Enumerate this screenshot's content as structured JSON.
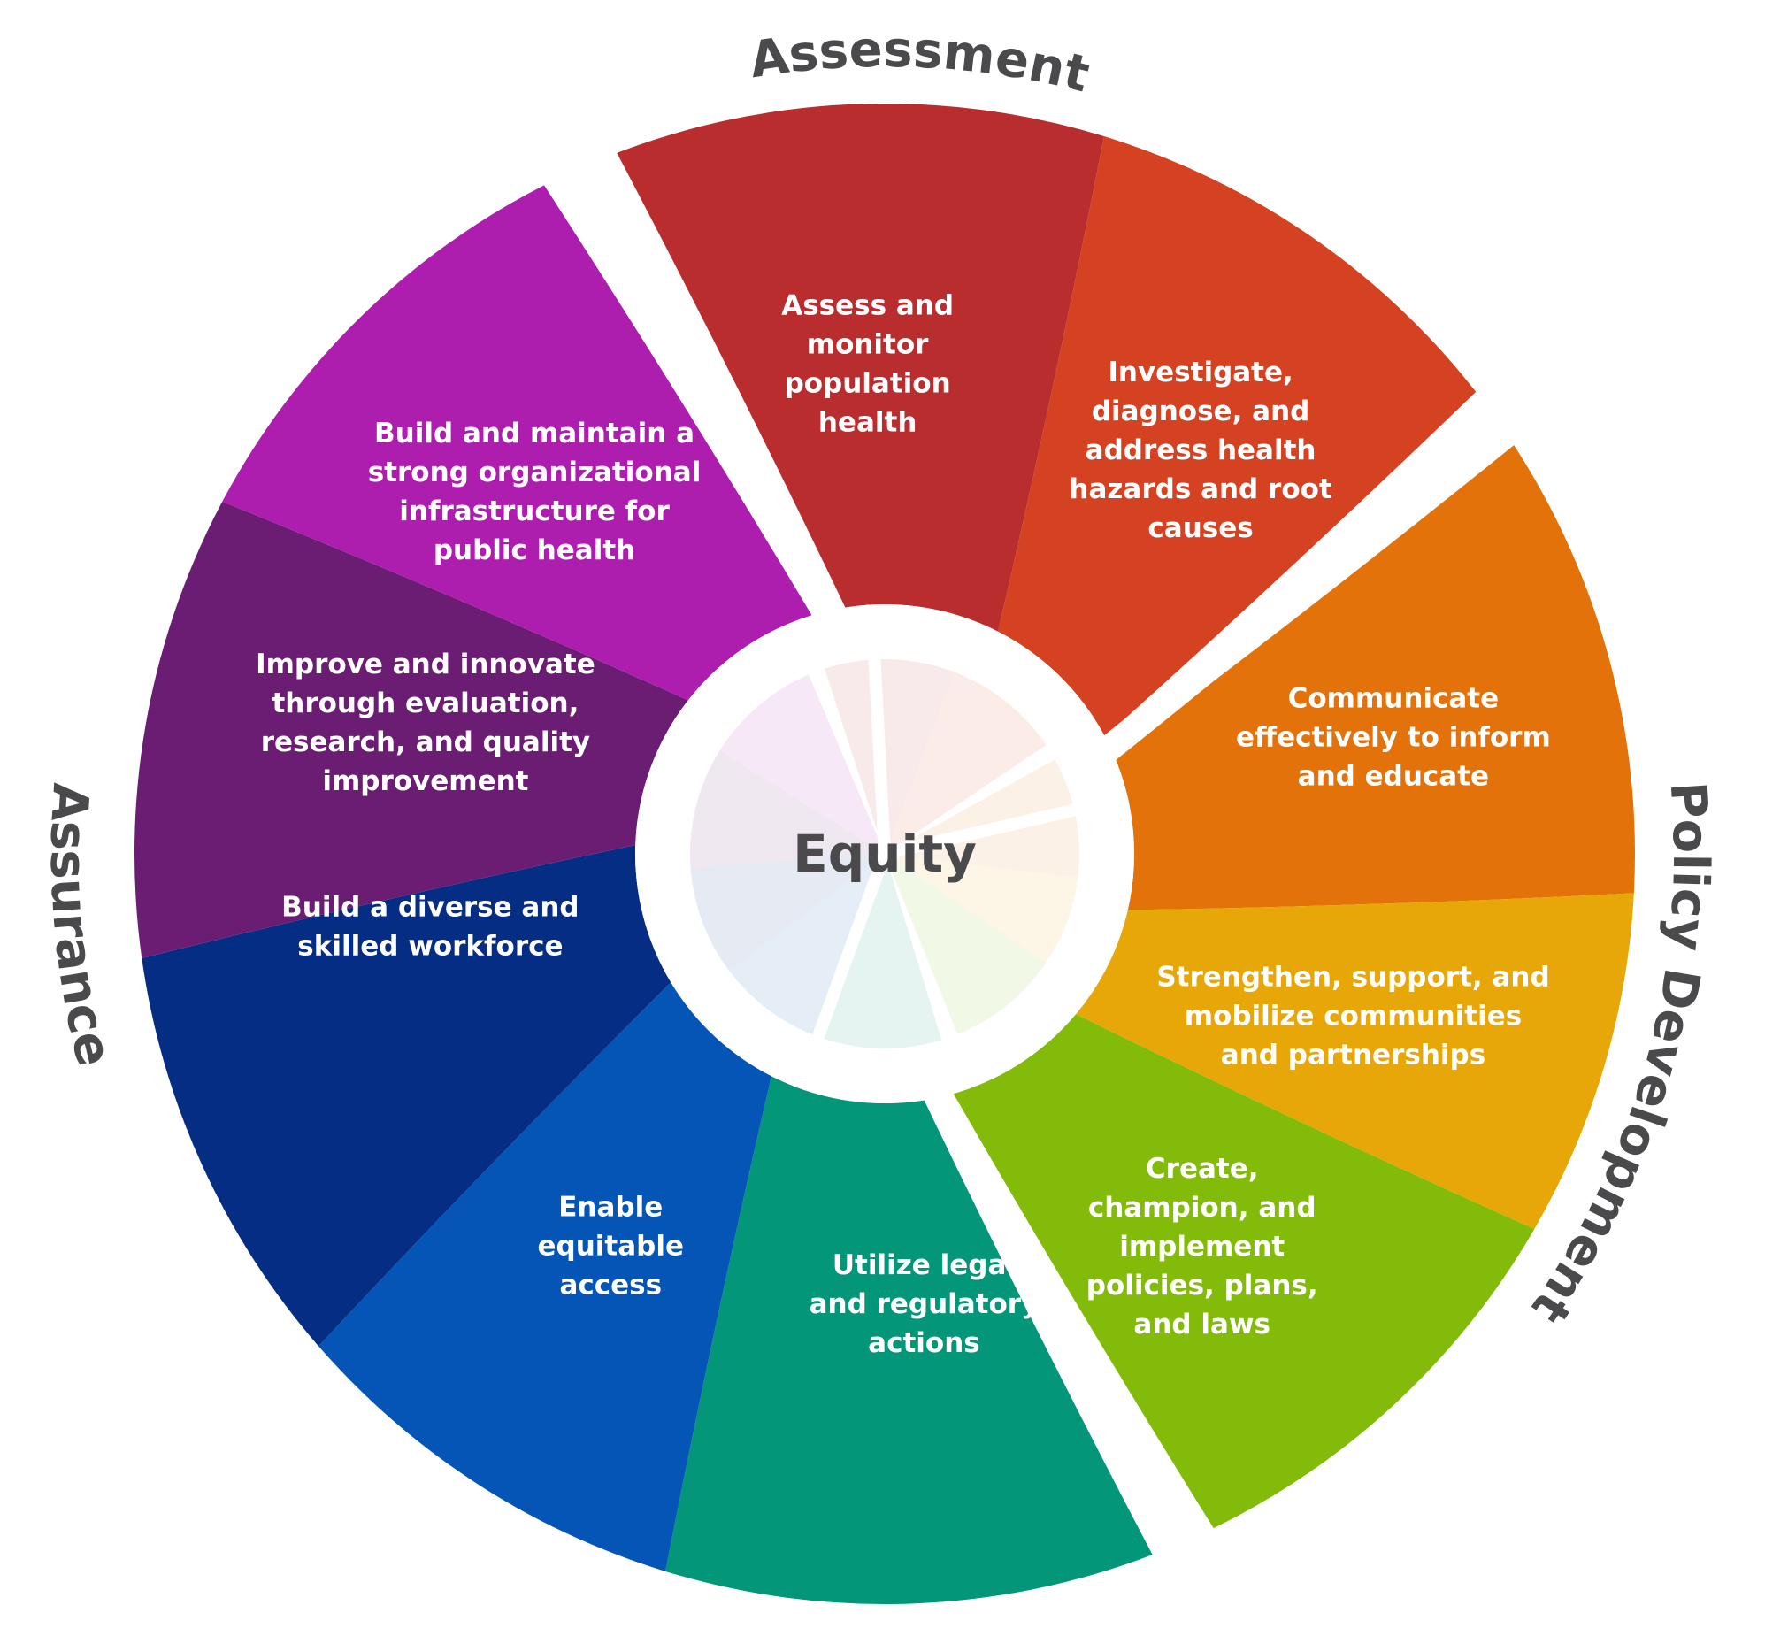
{
  "center_label": "Equity",
  "domains": [
    {
      "id": "assessment",
      "label": "Assessment"
    },
    {
      "id": "policy",
      "label": "Policy Development"
    },
    {
      "id": "assurance",
      "label": "Assurance"
    }
  ],
  "services": [
    {
      "id": "assess",
      "lines": [
        "Assess and",
        "monitor",
        "population",
        "health"
      ],
      "color": "#b92d2e"
    },
    {
      "id": "investigate",
      "lines": [
        "Investigate,",
        "diagnose, and",
        "address health",
        "hazards and root",
        "causes"
      ],
      "color": "#d44222"
    },
    {
      "id": "communicate",
      "lines": [
        "Communicate",
        "effectively to inform",
        "and educate"
      ],
      "color": "#e4720a"
    },
    {
      "id": "strengthen",
      "lines": [
        "Strengthen, support, and",
        "mobilize communities",
        "and partnerships"
      ],
      "color": "#e8a708"
    },
    {
      "id": "create",
      "lines": [
        "Create,",
        "champion, and",
        "implement",
        "policies, plans,",
        "and laws"
      ],
      "color": "#82bb0a"
    },
    {
      "id": "utilize",
      "lines": [
        "Utilize legal",
        "and regulatory",
        "actions"
      ],
      "color": "#049679"
    },
    {
      "id": "enable",
      "lines": [
        "Enable",
        "equitable",
        "access"
      ],
      "color": "#0455b5"
    },
    {
      "id": "workforce",
      "lines": [
        "Build a diverse and",
        "skilled workforce"
      ],
      "color": "#052d83"
    },
    {
      "id": "improve",
      "lines": [
        "Improve and innovate",
        "through evaluation,",
        "research, and quality",
        "improvement"
      ],
      "color": "#6b1d73"
    },
    {
      "id": "infrastructure",
      "lines": [
        "Build and maintain a",
        "strong organizational",
        "infrastructure for",
        "public health"
      ],
      "color": "#ad1eaf"
    }
  ]
}
